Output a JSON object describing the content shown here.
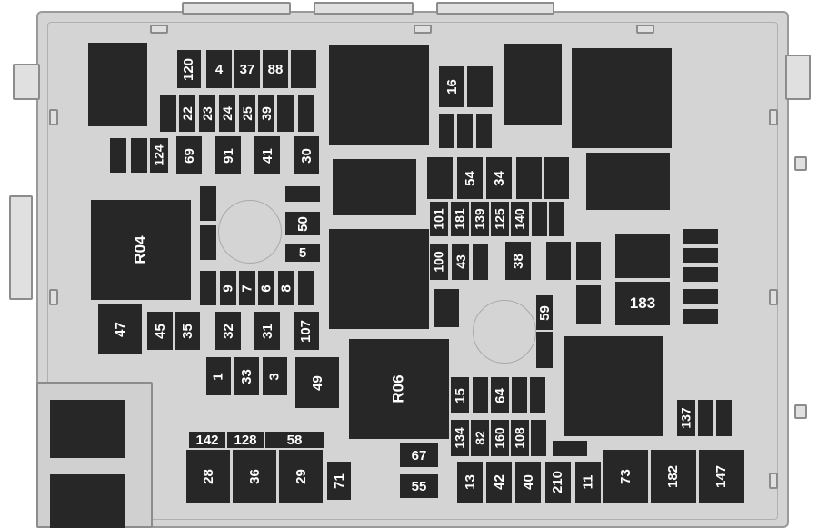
{
  "fuses": {
    "f120": "120",
    "f4": "4",
    "f37": "37",
    "f88": "88",
    "f22": "22",
    "f23": "23",
    "f24": "24",
    "f25": "25",
    "f39": "39",
    "f124": "124",
    "f69": "69",
    "f91": "91",
    "f41": "41",
    "f30": "30",
    "f16": "16",
    "f54": "54",
    "f34": "34",
    "f101": "101",
    "f181": "181",
    "f139": "139",
    "f125": "125",
    "f140": "140",
    "r04": "R04",
    "f50": "50",
    "f5": "5",
    "f100": "100",
    "f43": "43",
    "f38": "38",
    "f9": "9",
    "f7": "7",
    "f6": "6",
    "f8": "8",
    "f183": "183",
    "f59": "59",
    "f47": "47",
    "f45": "45",
    "f35": "35",
    "f32": "32",
    "f31": "31",
    "f107": "107",
    "f1": "1",
    "f33": "33",
    "f3": "3",
    "f49": "49",
    "r06": "R06",
    "f15": "15",
    "f64": "64",
    "f137": "137",
    "f134": "134",
    "f82": "82",
    "f160": "160",
    "f108": "108",
    "f142": "142",
    "f128": "128",
    "f58": "58",
    "f67": "67",
    "f55": "55",
    "f28": "28",
    "f36": "36",
    "f29": "29",
    "f71": "71",
    "f13": "13",
    "f42": "42",
    "f40": "40",
    "f210": "210",
    "f11": "11",
    "f73": "73",
    "f182": "182",
    "f147": "147"
  }
}
